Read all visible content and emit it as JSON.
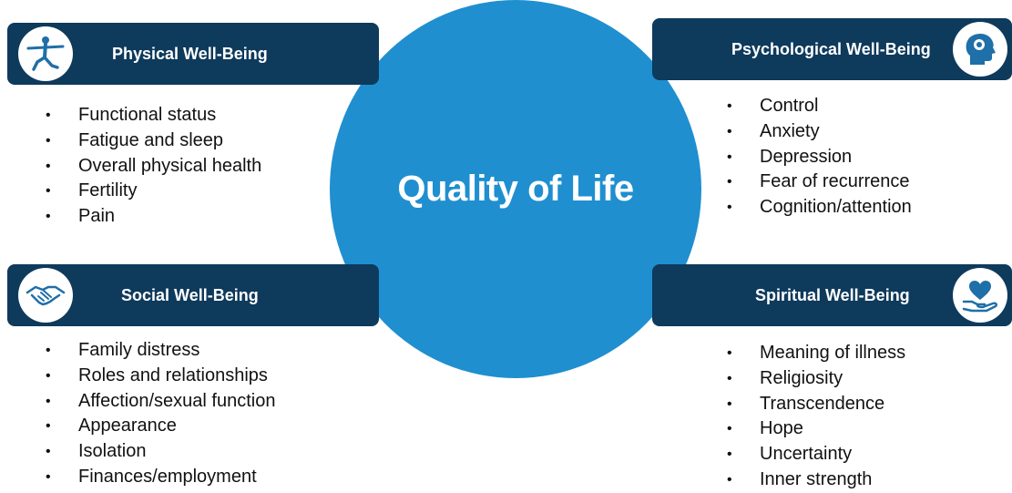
{
  "center": {
    "title": "Quality of Life"
  },
  "domains": {
    "physical": {
      "title": "Physical Well-Being",
      "icon": "person-yoga-icon",
      "items": [
        "Functional status",
        "Fatigue and sleep",
        "Overall physical health",
        "Fertility",
        "Pain"
      ]
    },
    "psychological": {
      "title": "Psychological Well-Being",
      "icon": "head-brain-icon",
      "items": [
        "Control",
        "Anxiety",
        "Depression",
        "Fear of recurrence",
        "Cognition/attention"
      ]
    },
    "social": {
      "title": "Social Well-Being",
      "icon": "handshake-icon",
      "items": [
        "Family distress",
        "Roles and relationships",
        "Affection/sexual function",
        "Appearance",
        "Isolation",
        "Finances/employment"
      ]
    },
    "spiritual": {
      "title": "Spiritual Well-Being",
      "icon": "heart-in-hand-icon",
      "items": [
        "Meaning of illness",
        "Religiosity",
        "Transcendence",
        "Hope",
        "Uncertainty",
        "Inner strength"
      ]
    }
  },
  "colors": {
    "circle": "#1f8fd0",
    "header": "#0e3a5c",
    "icon": "#1f6fa8"
  }
}
